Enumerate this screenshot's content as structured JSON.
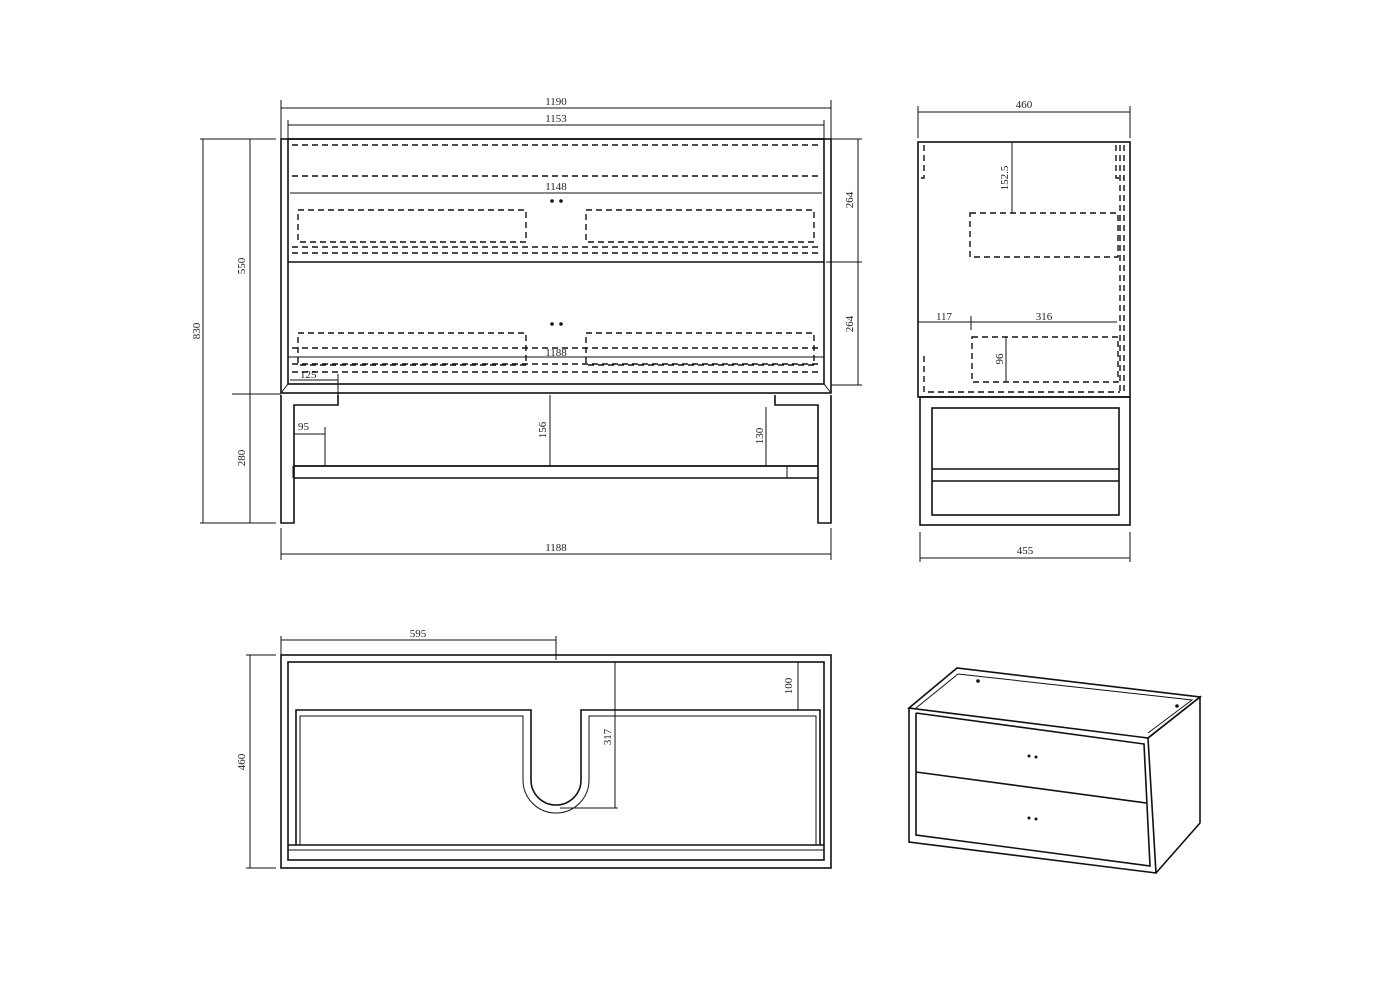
{
  "front_view": {
    "overall_width": "1190",
    "inner_width": "1153",
    "drawer_width": "1148",
    "lower_width": "1188",
    "inset": "125",
    "total_height": "830",
    "cabinet_height": "550",
    "base_height": "280",
    "drawer_height_top": "264",
    "drawer_height_bottom": "264",
    "leg_offset": "95",
    "base_center_height": "156",
    "base_side_height": "130",
    "base_width": "1188"
  },
  "side_view": {
    "depth": "460",
    "top_offset": "152.5",
    "front_offset": "117",
    "drawer_depth": "316",
    "drawer_inner_height": "96",
    "base_depth": "455"
  },
  "top_view": {
    "sink_center": "595",
    "back_offset": "100",
    "cutout_depth": "317",
    "depth": "460"
  }
}
